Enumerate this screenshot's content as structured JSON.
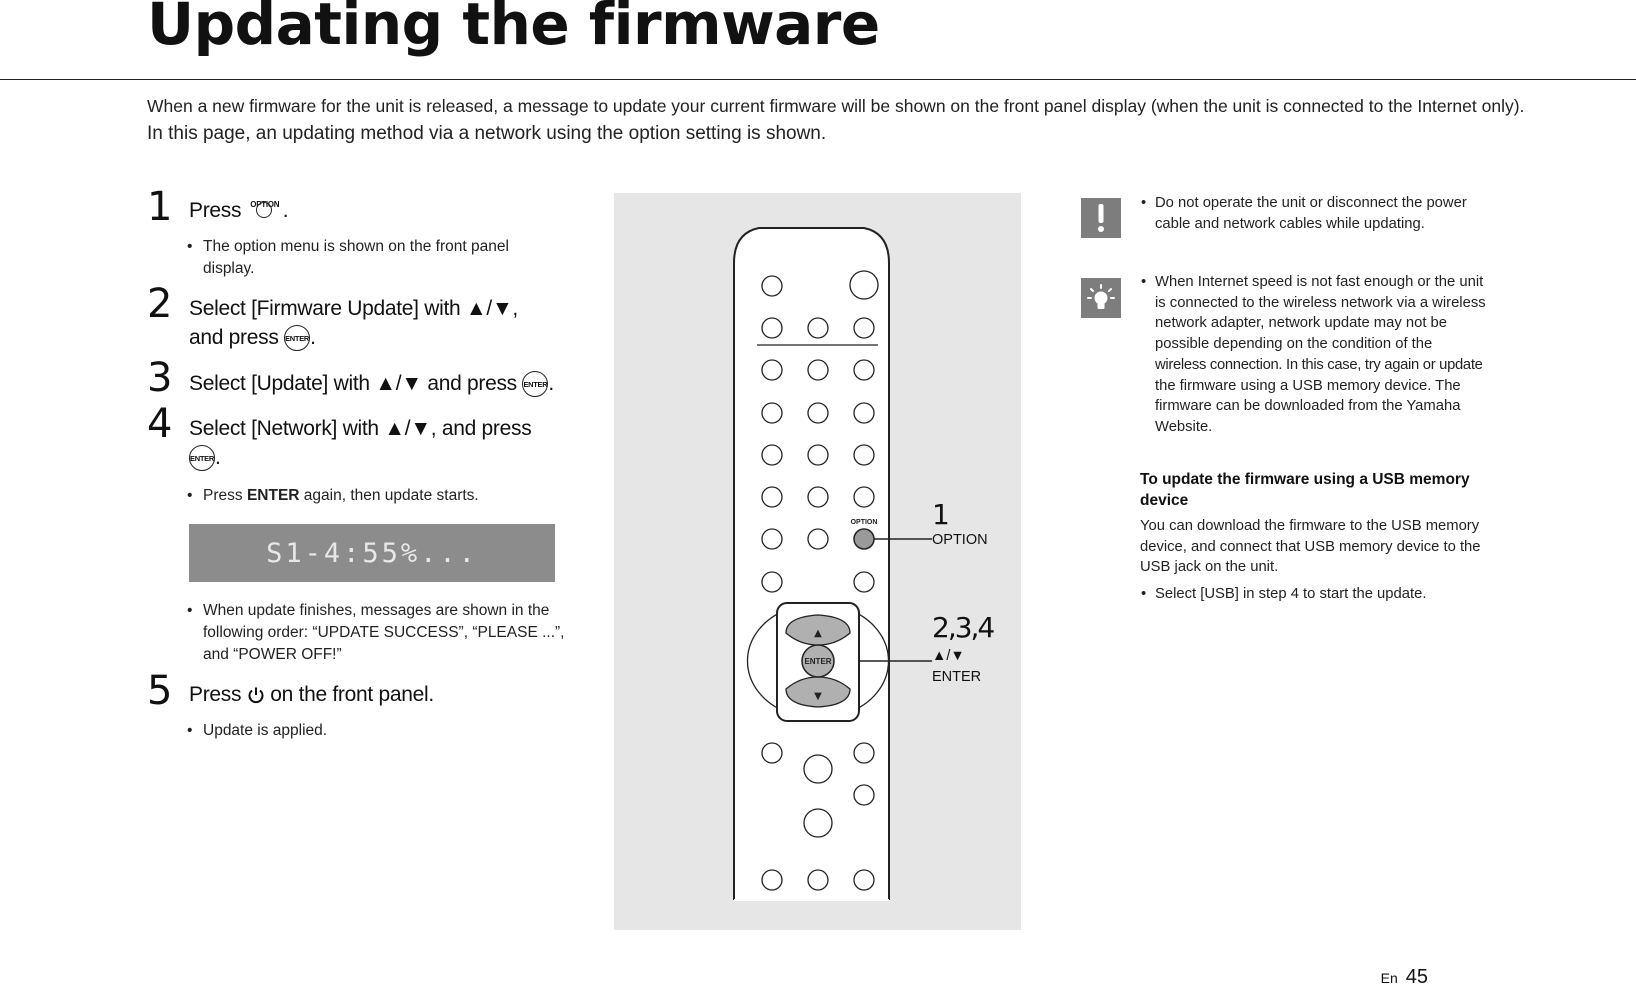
{
  "page": {
    "title": "Updating the firmware",
    "intro": [
      "When a new firmware for the unit is released, a message to update your current firmware will be shown on the front panel display (when the unit is connected to the Internet only).",
      "In this page, an updating method via a network using the option setting is shown."
    ]
  },
  "steps": [
    {
      "num": "1",
      "pre": "Press",
      "post": ".",
      "bullets": [
        "The option menu is shown on the front panel",
        "display."
      ]
    },
    {
      "num": "2",
      "line1": "Select [Firmware Update] with ▲/▼,",
      "line2_pre": "and press",
      "line2_post": "."
    },
    {
      "num": "3",
      "pre": "Select [Update] with ▲/▼ and press",
      "post": "."
    },
    {
      "num": "4",
      "line1": "Select [Network] with ▲/▼, and press",
      "line2_post": ".",
      "bullet_pre": "Press",
      "bullet_bold": "ENTER",
      "bullet_post": "again, then update starts."
    },
    {
      "num": "5",
      "pre": "Press",
      "post": "on the front panel.",
      "bullet": "Update is applied."
    }
  ],
  "lcd": {
    "text": "S1-4:55%..."
  },
  "finish_bullet": [
    "When update finishes, messages are shown in the",
    "following order: “UPDATE SUCCESS”, “PLEASE ...”,",
    "and “POWER OFF!”"
  ],
  "glyphs": {
    "option": "OPTION",
    "enter": "ENTER"
  },
  "remote": {
    "callout1": {
      "num": "1",
      "label": "OPTION"
    },
    "callout2": {
      "num": "2,3,4",
      "arrows": "▲/▼",
      "label": "ENTER"
    },
    "option_key_label": "OPTION",
    "enter_key_label": "ENTER",
    "up_arrow": "▲",
    "down_arrow": "▼"
  },
  "notes": {
    "caution": {
      "icon": "exclamation-icon",
      "lines": [
        "Do not operate the unit or disconnect the power",
        "cable and network cables while updating."
      ]
    },
    "hint": {
      "icon": "lightbulb-icon",
      "lines": [
        "When Internet speed is not fast enough or the unit",
        "is connected to the wireless network via a wireless",
        "network adapter, network update may not be",
        "possible depending on the condition of the",
        "wireless connection. In this case, try again or update",
        "the firmware using a USB memory device. The",
        "firmware can be downloaded from the Yamaha",
        "Website."
      ]
    }
  },
  "usb": {
    "heading": [
      "To update the firmware using a USB memory",
      "device"
    ],
    "body": [
      "You can download the firmware to the USB memory",
      "device, and connect that USB memory device to the",
      "USB jack on the unit."
    ],
    "bullet": "Select [USB] in step 4 to start the update."
  },
  "footer": {
    "lang": "En",
    "page_number": "45"
  },
  "colors": {
    "panel_bg": "#e6e6e6",
    "lcd_bg": "#8c8c8c",
    "icon_bg": "#7d7d7d",
    "text": "#1a1a1a"
  }
}
